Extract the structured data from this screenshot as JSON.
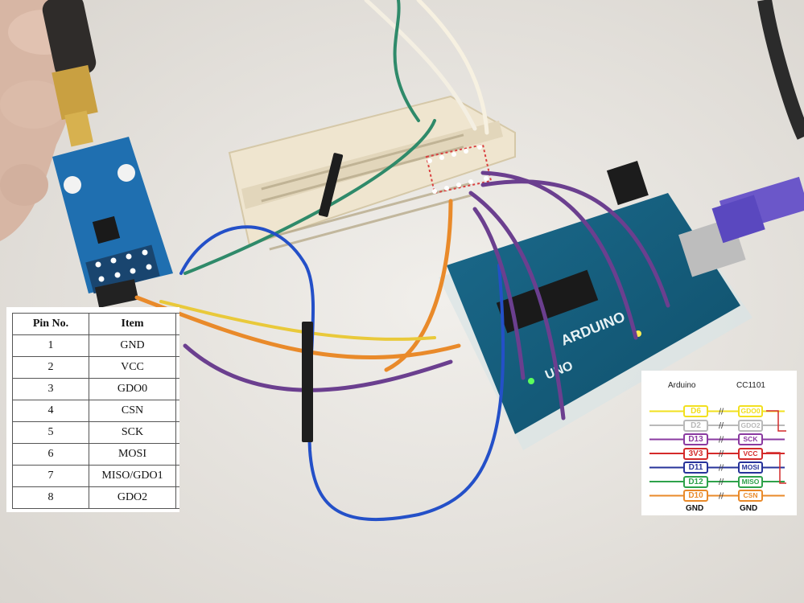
{
  "pin_table": {
    "headers": [
      "Pin No.",
      "Item"
    ],
    "rows": [
      {
        "pin": "1",
        "item": "GND"
      },
      {
        "pin": "2",
        "item": "VCC"
      },
      {
        "pin": "3",
        "item": "GDO0"
      },
      {
        "pin": "4",
        "item": "CSN"
      },
      {
        "pin": "5",
        "item": "SCK"
      },
      {
        "pin": "6",
        "item": "MOSI"
      },
      {
        "pin": "7",
        "item": "MISO/GDO1"
      },
      {
        "pin": "8",
        "item": "GDO2"
      }
    ]
  },
  "wiring_legend": {
    "arduino_header": "Arduino",
    "cc1101_header": "CC1101",
    "rows": [
      {
        "arduino": "D6",
        "cc1101": "GDO0",
        "color": "#f2e01f"
      },
      {
        "arduino": "D2",
        "cc1101": "GDO2",
        "color": "#b9b9b9"
      },
      {
        "arduino": "D13",
        "cc1101": "SCK",
        "color": "#8a3aa0"
      },
      {
        "arduino": "3V3",
        "cc1101": "VCC",
        "color": "#d42a2a"
      },
      {
        "arduino": "D11",
        "cc1101": "MOSI",
        "color": "#27339a"
      },
      {
        "arduino": "D12",
        "cc1101": "MISO",
        "color": "#2ea24a"
      },
      {
        "arduino": "D10",
        "cc1101": "CSN",
        "color": "#e98a2a"
      }
    ],
    "gnd_left": "GND",
    "gnd_right": "GND"
  },
  "board_labels": {
    "arduino_brand": "ARDUINO",
    "uno_badge": "UNO"
  }
}
